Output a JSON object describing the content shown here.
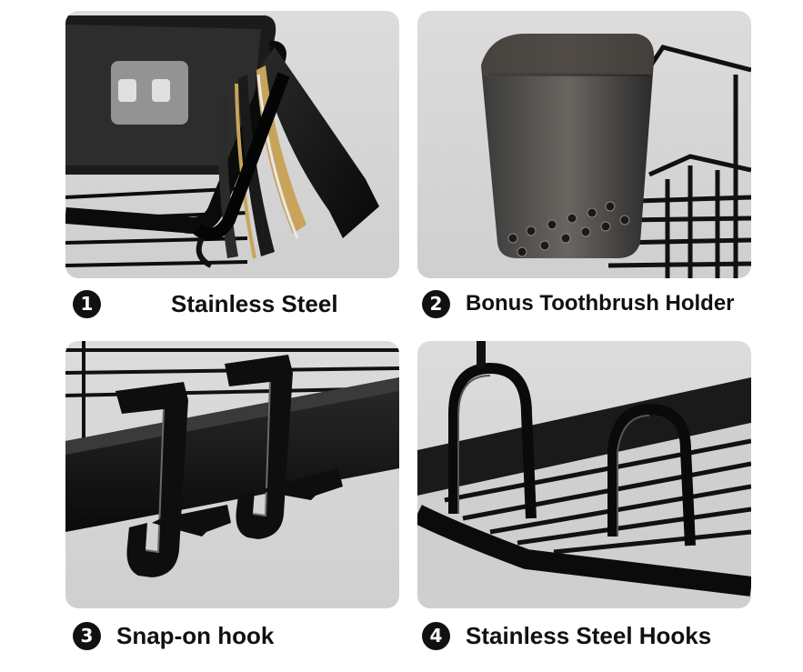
{
  "panels": [
    {
      "number": "1",
      "caption": "Stainless Steel",
      "icon": "metal-layers-image"
    },
    {
      "number": "2",
      "caption": "Bonus Toothbrush Holder",
      "icon": "toothbrush-holder-cup-image"
    },
    {
      "number": "3",
      "caption": "Snap-on hook",
      "icon": "snap-on-hook-image"
    },
    {
      "number": "4",
      "caption": "Stainless Steel Hooks",
      "icon": "wire-hooks-image"
    }
  ],
  "colors": {
    "panel_background": "#d6d6d6",
    "metal_black": "#111111",
    "badge": "#111111",
    "gold_layer": "#c8a45a"
  }
}
